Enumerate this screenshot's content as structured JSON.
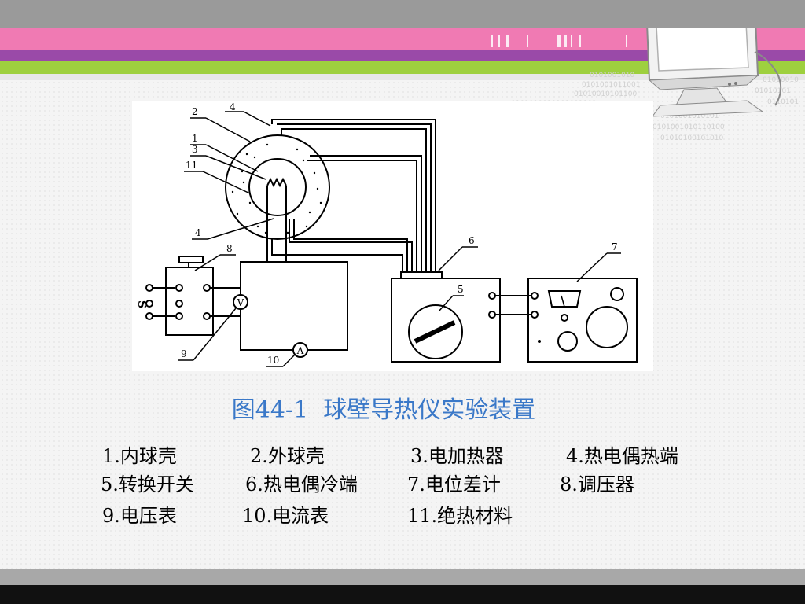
{
  "caption": "图44-1  球壁导热仪实验装置",
  "diagram_labels": {
    "n1": "1",
    "n2": "2",
    "n3": "3",
    "n4a": "4",
    "n4b": "4",
    "n5": "5",
    "n6": "6",
    "n7": "7",
    "n8": "8",
    "n9": "9",
    "n10": "10",
    "n11": "11",
    "voltmeter": "V",
    "ammeter": "A",
    "switch": "S"
  },
  "legend": [
    "1.内球壳",
    "2.外球壳",
    "3.电加热器",
    "4.热电偶热端",
    "5.转换开关",
    "6.热电偶冷端",
    "7.电位差计",
    "8.调压器",
    "9.电压表",
    "10.电流表",
    "11.绝热材料"
  ]
}
